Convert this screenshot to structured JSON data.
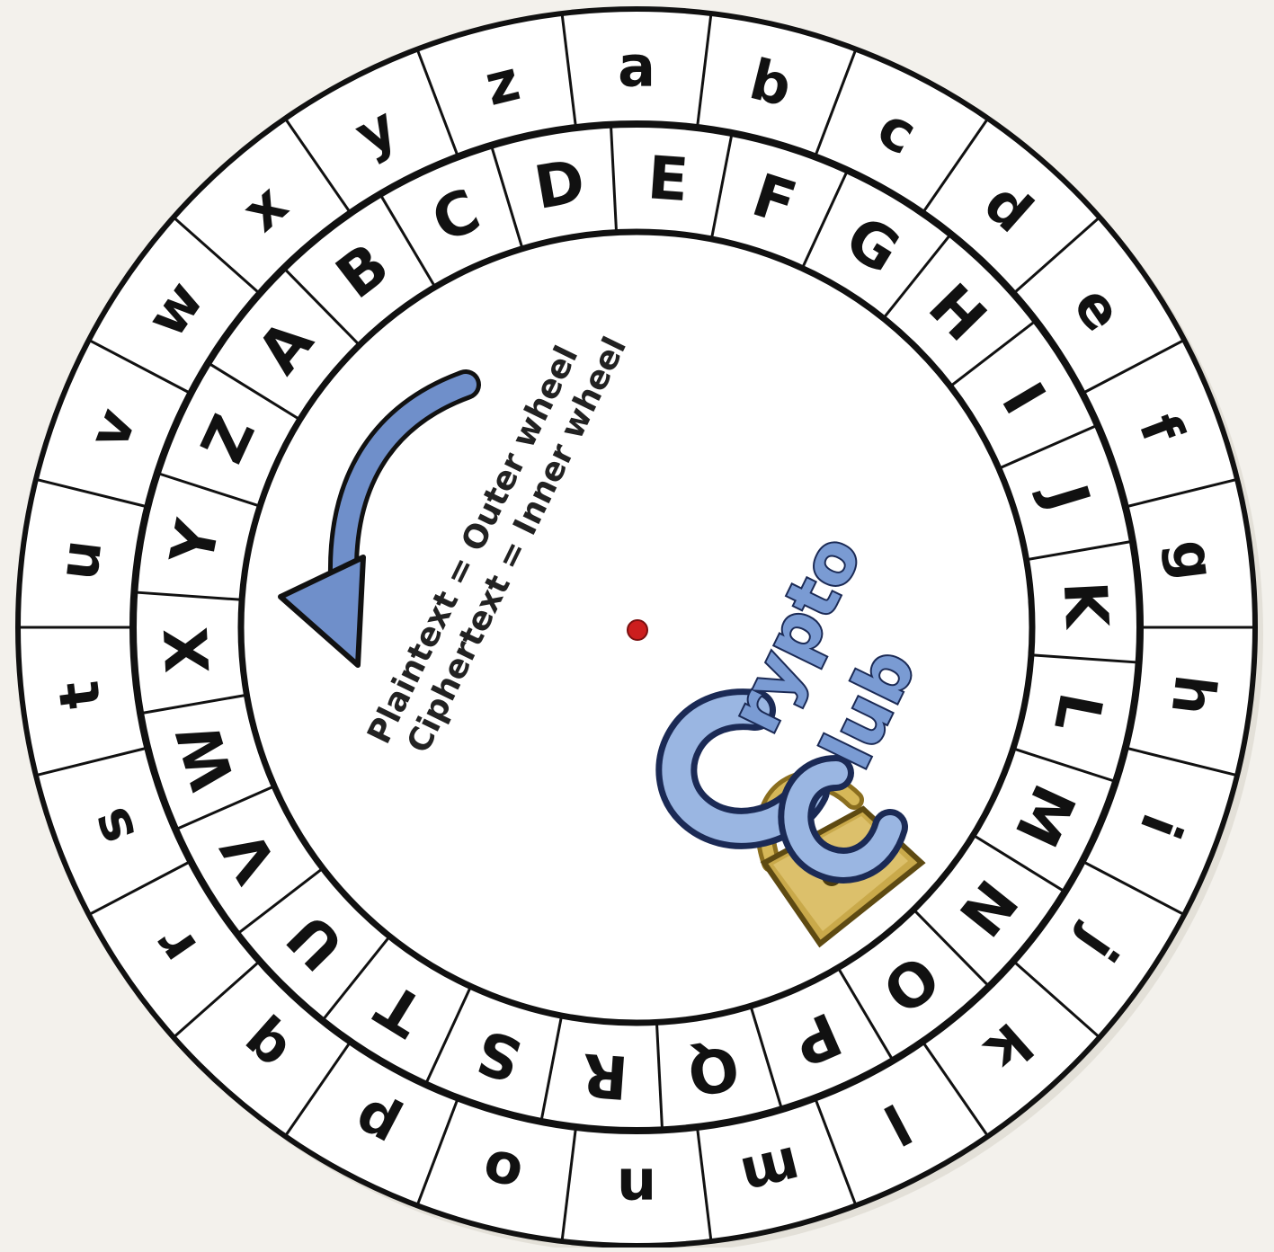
{
  "wheel": {
    "outer_letters": [
      "a",
      "b",
      "c",
      "d",
      "e",
      "f",
      "g",
      "h",
      "i",
      "j",
      "k",
      "l",
      "m",
      "n",
      "o",
      "p",
      "q",
      "r",
      "s",
      "t",
      "u",
      "v",
      "w",
      "x",
      "y",
      "z"
    ],
    "inner_letters": [
      "E",
      "F",
      "G",
      "H",
      "I",
      "J",
      "K",
      "L",
      "M",
      "N",
      "O",
      "P",
      "Q",
      "R",
      "S",
      "T",
      "U",
      "V",
      "W",
      "X",
      "Y",
      "Z",
      "A",
      "B",
      "C",
      "D"
    ],
    "legend_line1": "Plaintext = Outer wheel",
    "legend_line2": "Ciphertext = Inner wheel",
    "logo_word1": "rypto",
    "logo_word2": "lub",
    "logo_icon": "padlock-icon",
    "arrow_icon": "curved-arrow-icon",
    "colors": {
      "background": "#f3f1ec",
      "arrow": "#6f8fca",
      "pivot_dot": "#cc1e1e",
      "padlock": "#c9a94a",
      "logo_fill": "#7a9bd3"
    }
  }
}
